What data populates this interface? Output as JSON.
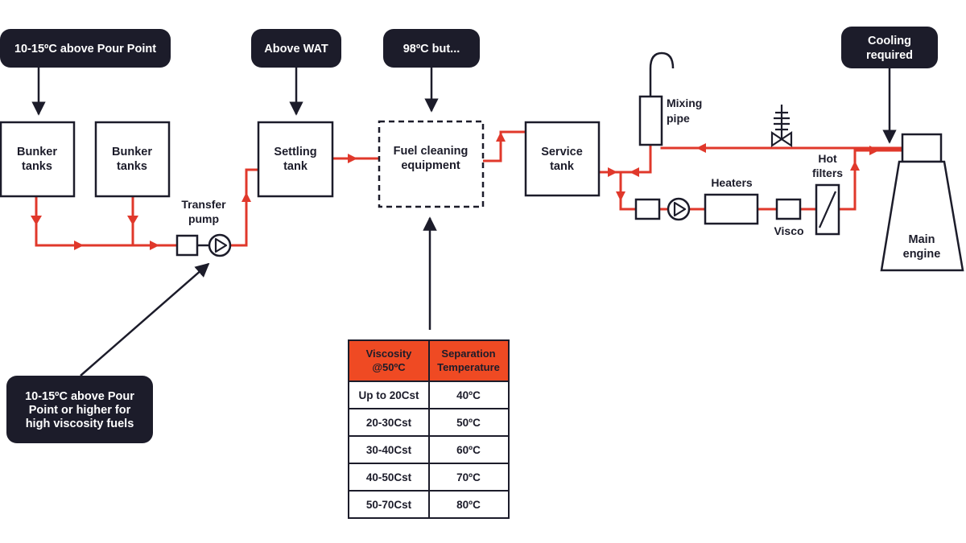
{
  "colors": {
    "pipe": "#e0382b",
    "callout_bg": "#1c1c2a",
    "table_header": "#ef4a23",
    "ink": "#1c1c2a"
  },
  "callouts": {
    "bunker": "10-15ºC above Pour Point",
    "settling": "Above WAT",
    "cleaning": "98ºC but...",
    "cooling": [
      "Cooling",
      "required"
    ],
    "transfer": [
      "10-15ºC above Pour",
      "Point or higher for",
      "high viscosity fuels"
    ]
  },
  "components": {
    "bunker_tank_1": [
      "Bunker",
      "tanks"
    ],
    "bunker_tank_2": [
      "Bunker",
      "tanks"
    ],
    "settling_tank": [
      "Settling",
      "tank"
    ],
    "fuel_cleaning": [
      "Fuel cleaning",
      "equipment"
    ],
    "service_tank": [
      "Service",
      "tank"
    ],
    "main_engine": [
      "Main",
      "engine"
    ]
  },
  "labels": {
    "transfer_pump": [
      "Transfer",
      "pump"
    ],
    "mixing_pipe": [
      "Mixing",
      "pipe"
    ],
    "heaters": "Heaters",
    "hot_filters": [
      "Hot",
      "filters"
    ],
    "visco": "Visco"
  },
  "table": {
    "headers": [
      [
        "Viscosity",
        "@50ºC"
      ],
      [
        "Separation",
        "Temperature"
      ]
    ],
    "rows": [
      [
        "Up to 20Cst",
        "40ºC"
      ],
      [
        "20-30Cst",
        "50ºC"
      ],
      [
        "30-40Cst",
        "60ºC"
      ],
      [
        "40-50Cst",
        "70ºC"
      ],
      [
        "50-70Cst",
        "80ºC"
      ]
    ]
  }
}
